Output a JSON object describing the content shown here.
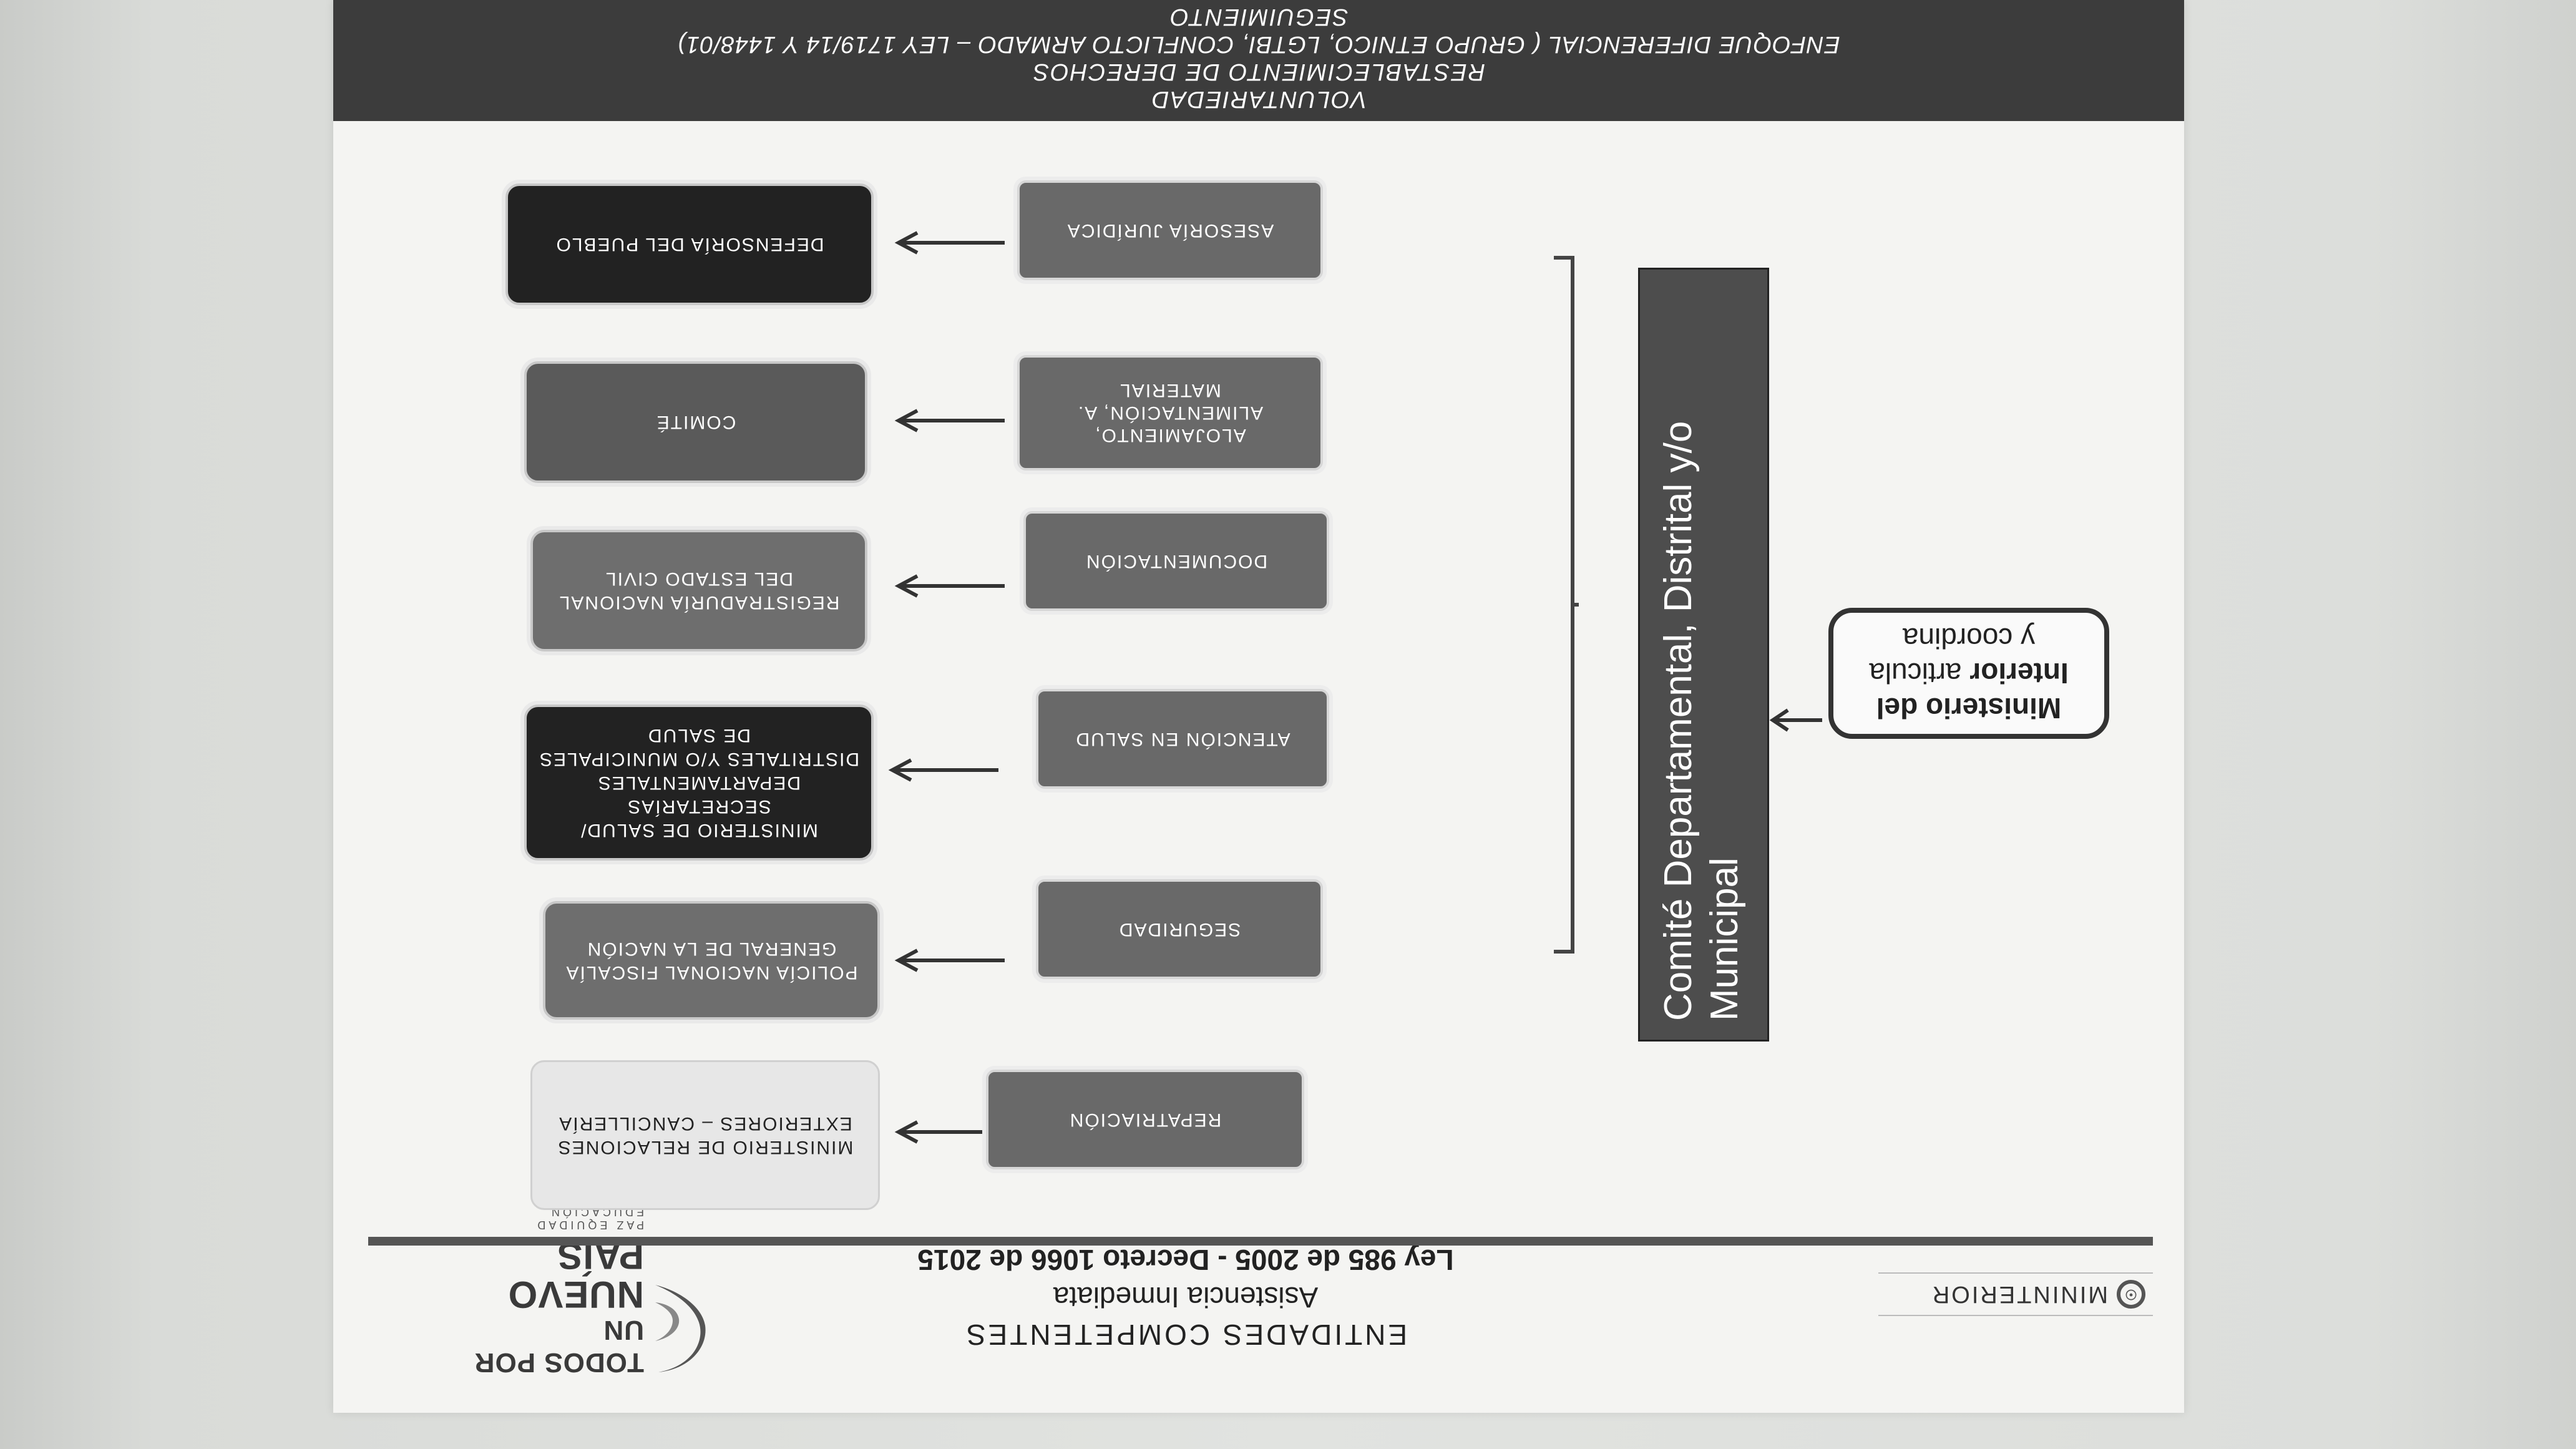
{
  "header": {
    "ministry_logo_text": "MININTERIOR",
    "title": "ENTIDADES COMPETENTES",
    "subtitle": "Asistencia Inmediata",
    "law": "Ley 985 de 2005 - Decreto 1066 de 2015",
    "campaign_line1": "TODOS POR UN",
    "campaign_line2": "NUEVO PAÍS",
    "campaign_tagline": "PAZ EQUIDAD EDUCACIÓN"
  },
  "entities": [
    {
      "label": "MINISTERIO DE RELACIONES EXTERIORES – CANCILLERÍA",
      "style": "light"
    },
    {
      "label": "POLICÍA NACIONAL FISCALÍA GENERAL DE LA NACIÓN",
      "style": "gray"
    },
    {
      "label": "MINISTERIO DE SALUD/ SECRETARÍAS DEPARTAMENTALES DISTRITALES Y/O MUNICIPALES DE SALUD",
      "style": "dark"
    },
    {
      "label": "REGISTRADURÍA NACIONAL DEL ESTADO CIVIL",
      "style": "gray"
    },
    {
      "label": "COMITÉ",
      "style": "mid"
    },
    {
      "label": "DEFENSORÍA DEL PUEBLO",
      "style": "dark"
    }
  ],
  "services": [
    {
      "label": "REPATRIACIÓN"
    },
    {
      "label": "SEGURIDAD"
    },
    {
      "label": "ATENCIÓN EN SALUD"
    },
    {
      "label": "DOCUMENTACIÓN"
    },
    {
      "label": "ALOJAMIENTO, ALIMENTACIÓN, A. MATERIAL"
    },
    {
      "label": "ASESORÍA JURÍDICA"
    }
  ],
  "committee": {
    "label": "Comité Departamental, Distrital y/o Municipal"
  },
  "ministerio": {
    "line1": "Ministerio del",
    "line2_bold": "Interior",
    "line2_rest": " articula",
    "line3": "y coordina"
  },
  "footer": {
    "line1": "VOLUNTARIEDAD",
    "line2": "RESTABLECIMIENTO DE DERECHOS",
    "line3": "ENFOQUE DIFERENCIAL ( GRUPO ETNICO, LGTBI, CONFLICTO ARMADO – LEY 1719/14 Y 1448/01)",
    "line4": "SEGUIMIENTO"
  },
  "colors": {
    "dark": "#222222",
    "gray": "#6e6e6e",
    "light": "#e7e7e7",
    "footer": "#3c3c3c"
  }
}
